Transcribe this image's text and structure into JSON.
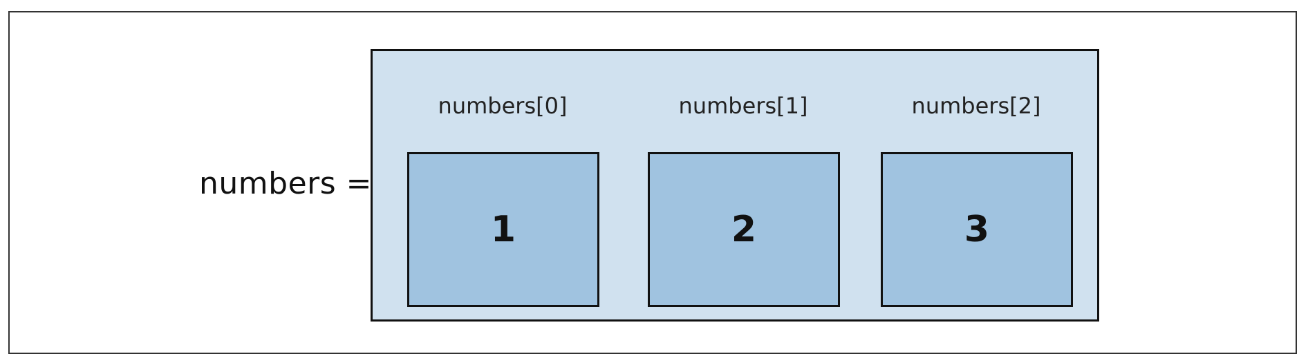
{
  "variable_label": "numbers =",
  "array": {
    "index_labels": [
      "numbers[0]",
      "numbers[1]",
      "numbers[2]"
    ],
    "values": [
      "1",
      "2",
      "3"
    ]
  },
  "colors": {
    "container_fill": "#d0e1ef",
    "cell_fill": "#a0c3e0",
    "border": "#111111"
  }
}
